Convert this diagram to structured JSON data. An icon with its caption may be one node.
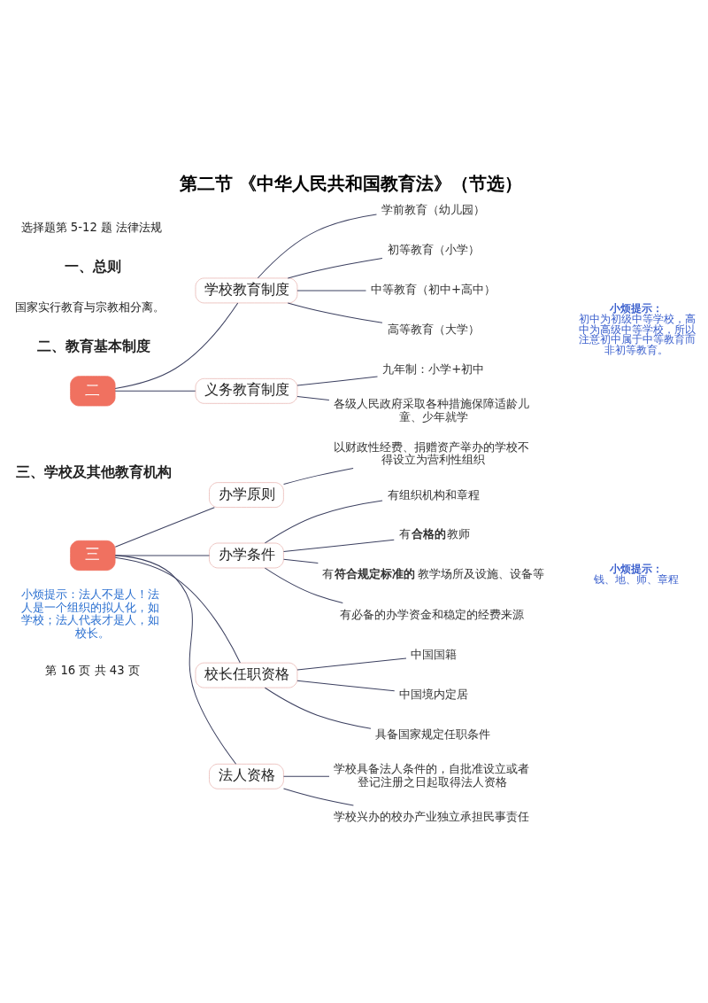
{
  "diagram": {
    "title": "第二节 《中华人民共和国教育法》（节选）",
    "nodes": [
      {
        "text": [
          "二"
        ]
      },
      {
        "text": [
          "学校教育制度"
        ]
      },
      {
        "text": [
          "学前教育（幼儿园）"
        ]
      },
      {
        "text": [
          "初等教育（小学）"
        ]
      },
      {
        "text": [
          "中等教育（初中+高中）"
        ]
      },
      {
        "text": [
          "高等教育（大学）"
        ]
      },
      {
        "text": [
          "小烦提示：",
          "初中为初级中等学校，高中为高级中等学校，所以注意初中属于中等教育而非初等教育。"
        ]
      },
      {
        "text": [
          "义务教育制度"
        ]
      },
      {
        "text": [
          "九年制：小学+初中"
        ]
      },
      {
        "text": [
          "各级人民政府采取各种措施保障适龄儿童、少年就学"
        ]
      },
      {
        "text": [
          "三"
        ]
      },
      {
        "text": [
          "办学原则"
        ]
      },
      {
        "text": [
          "以财政性经费、捐赠资产举办的学校不得设立为营利性组织"
        ]
      },
      {
        "text": [
          "办学条件"
        ]
      },
      {
        "text": [
          "有组织机构和章程"
        ]
      },
      {
        "text": [
          "有**合格的**教师"
        ]
      },
      {
        "text": [
          "有**符合规定标准的**教学场所及设施、设备等"
        ]
      },
      {
        "text": [
          "有必备的办学资金和稳定的经费来源"
        ]
      },
      {
        "text": [
          "小烦提示：",
          "钱、地、师、章程"
        ]
      },
      {
        "text": [
          "校长任职资格"
        ]
      },
      {
        "text": [
          "中国国籍"
        ]
      },
      {
        "text": [
          "中国境内定居"
        ]
      },
      {
        "text": [
          "具备国家规定任职条件"
        ]
      },
      {
        "text": [
          "法人资格"
        ]
      },
      {
        "text": [
          "学校具备法人条件的，自批准设立或者登记注册之日起取得法人资格"
        ]
      },
      {
        "text": [
          "学校兴办的校办产业独立承担民事责任"
        ]
      }
    ],
    "edges": [
      {
        "from": 0,
        "to": 1,
        "arrow": "none"
      },
      {
        "from": 1,
        "to": 2,
        "arrow": "none"
      },
      {
        "from": 1,
        "to": 3,
        "arrow": "none"
      },
      {
        "from": 1,
        "to": 4,
        "arrow": "none"
      },
      {
        "from": 1,
        "to": 5,
        "arrow": "none"
      },
      {
        "from": 0,
        "to": 7,
        "arrow": "none"
      },
      {
        "from": 7,
        "to": 8,
        "arrow": "none"
      },
      {
        "from": 7,
        "to": 9,
        "arrow": "none"
      },
      {
        "from": 10,
        "to": 11,
        "arrow": "none"
      },
      {
        "from": 11,
        "to": 12,
        "arrow": "none"
      },
      {
        "from": 10,
        "to": 13,
        "arrow": "none"
      },
      {
        "from": 13,
        "to": 14,
        "arrow": "none"
      },
      {
        "from": 13,
        "to": 15,
        "arrow": "none"
      },
      {
        "from": 13,
        "to": 16,
        "arrow": "none"
      },
      {
        "from": 13,
        "to": 17,
        "arrow": "none"
      },
      {
        "from": 10,
        "to": 19,
        "arrow": "none"
      },
      {
        "from": 19,
        "to": 20,
        "arrow": "none"
      },
      {
        "from": 19,
        "to": 21,
        "arrow": "none"
      },
      {
        "from": 19,
        "to": 22,
        "arrow": "none"
      },
      {
        "from": 10,
        "to": 23,
        "arrow": "none"
      },
      {
        "from": 23,
        "to": 24,
        "arrow": "none"
      },
      {
        "from": 23,
        "to": 25,
        "arrow": "none"
      }
    ],
    "labels": [
      "选择题第 5-12 题 法律法规",
      "一、总则",
      "国家实行教育与宗教相分离。",
      "二、教育基本制度",
      "三、学校及其他教育机构",
      "小烦提示：法人不是人！法人是一个组织的拟人化，如学校；法人代表才是人，如校长。",
      "第 16 页 共 43 页"
    ]
  }
}
